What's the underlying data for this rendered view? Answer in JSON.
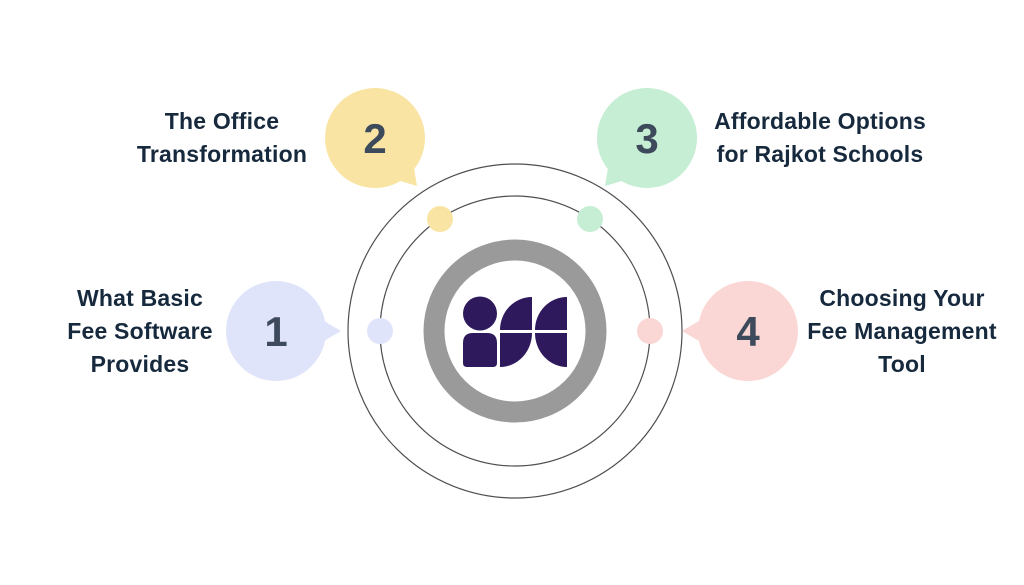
{
  "diagram": {
    "type": "circular-infographic",
    "colors": {
      "background": "#ffffff",
      "frame_border": "#ececec",
      "label_text": "#16293D",
      "number_text": "#3D4A5C",
      "logo": "#2E195C",
      "ring": "#9A9A9A",
      "orbit_stroke": "#4F4F4F"
    },
    "items": [
      {
        "number": "1",
        "color": "#DFE4FB",
        "label": "What Basic Fee Software Provides",
        "lines": [
          "What Basic",
          "Fee Software",
          "Provides"
        ],
        "position": "left"
      },
      {
        "number": "2",
        "color": "#F9E4A4",
        "label": "The Office Transformation",
        "lines": [
          "The Office",
          "Transformation"
        ],
        "position": "top-left"
      },
      {
        "number": "3",
        "color": "#C6EED4",
        "label": "Affordable Options for Rajkot Schools",
        "lines": [
          "Affordable Options",
          "for Rajkot Schools"
        ],
        "position": "top-right"
      },
      {
        "number": "4",
        "color": "#FAD6D4",
        "label": "Choosing Your Fee Management Tool",
        "lines": [
          "Choosing Your",
          "Fee Management",
          "Tool"
        ],
        "position": "right"
      }
    ]
  }
}
